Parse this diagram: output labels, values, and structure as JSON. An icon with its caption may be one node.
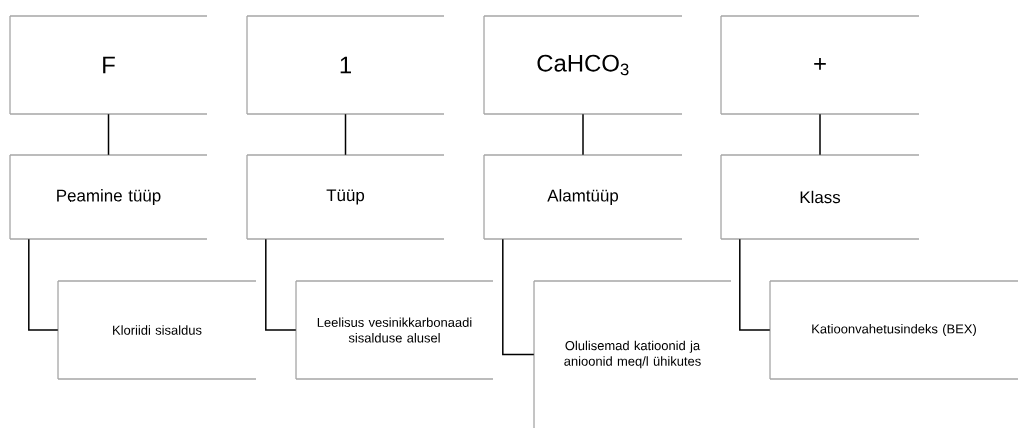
{
  "diagram": {
    "nodes": [
      {
        "text": [
          "F"
        ]
      },
      {
        "text": [
          "1"
        ]
      },
      {
        "text": [
          "CaHCO$_{3}$"
        ]
      },
      {
        "text": [
          "+"
        ]
      },
      {
        "text": [
          "Peamine tüüp"
        ]
      },
      {
        "text": [
          "Tüüp"
        ]
      },
      {
        "text": [
          "Alamtüüp"
        ]
      },
      {
        "text": [
          "Klass"
        ]
      },
      {
        "text": [
          "Kloriidi sisaldus"
        ]
      },
      {
        "text": [
          "Leelisus vesinikkarbonaadi sisalduse alusel"
        ]
      },
      {
        "text": [
          "Olulisemad katioonid ja anioonid meq/l ühikutes"
        ]
      },
      {
        "text": [
          "Katioonvahetusindeks (BEX)"
        ]
      }
    ],
    "edges": [
      {
        "from": 0,
        "to": 4,
        "arrow": "none"
      },
      {
        "from": 1,
        "to": 5,
        "arrow": "none"
      },
      {
        "from": 2,
        "to": 6,
        "arrow": "none"
      },
      {
        "from": 3,
        "to": 7,
        "arrow": "none"
      },
      {
        "from": 4,
        "to": 8,
        "arrow": "none"
      },
      {
        "from": 5,
        "to": 9,
        "arrow": "none"
      },
      {
        "from": 6,
        "to": 10,
        "arrow": "none"
      },
      {
        "from": 7,
        "to": 11,
        "arrow": "none"
      }
    ]
  }
}
